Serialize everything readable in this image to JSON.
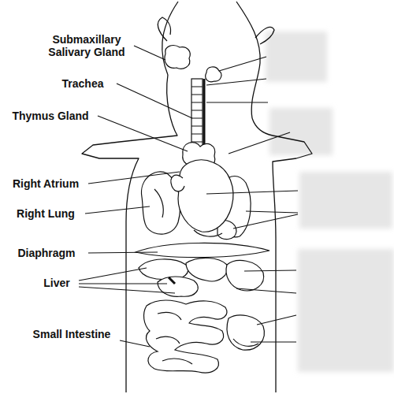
{
  "diagram": {
    "labels": [
      "Submaxillary Salivary Gland",
      "Trachea",
      "Thymus Gland",
      "Right Atrium",
      "Right Lung",
      "Diaphragm",
      "Liver",
      "Small Intestine"
    ]
  }
}
